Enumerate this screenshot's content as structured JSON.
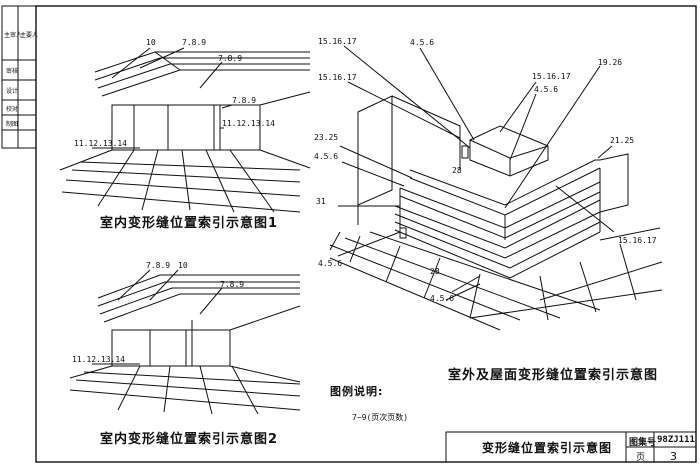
{
  "titles": {
    "fig1": "室内变形缝位置索引示意图1",
    "fig2": "室内变形缝位置索引示意图2",
    "fig3": "室外及屋面变形缝位置索引示意图"
  },
  "legend": {
    "heading": "图例说明:",
    "note": "7~9(页次页数)"
  },
  "title_block": {
    "drawing_title": "变形缝位置索引示意图",
    "atlas_label": "图集号",
    "atlas_number": "98ZJ111",
    "page_label": "页",
    "page_number": "3"
  },
  "sidebar": {
    "row1": "主审人",
    "row2": "主要人",
    "row3": "审核",
    "row4": "设计",
    "row5": "校对",
    "row6": "制图"
  },
  "fig1_labels": [
    "10",
    "7.8.9",
    "7.8.9",
    "7.8.9",
    "11.12.13.14",
    "11.12.13.14"
  ],
  "fig2_labels": [
    "7.8.9",
    "10",
    "7.8.9",
    "11.12.13.14"
  ],
  "fig3_labels": [
    "15.16.17",
    "4.5.6",
    "15.16.17",
    "15.16.17",
    "4.5.6",
    "19.26",
    "23.25",
    "28",
    "21.25",
    "4.5.6",
    "31",
    "15.16.17",
    "4.5.6",
    "28",
    "4.5.6"
  ]
}
